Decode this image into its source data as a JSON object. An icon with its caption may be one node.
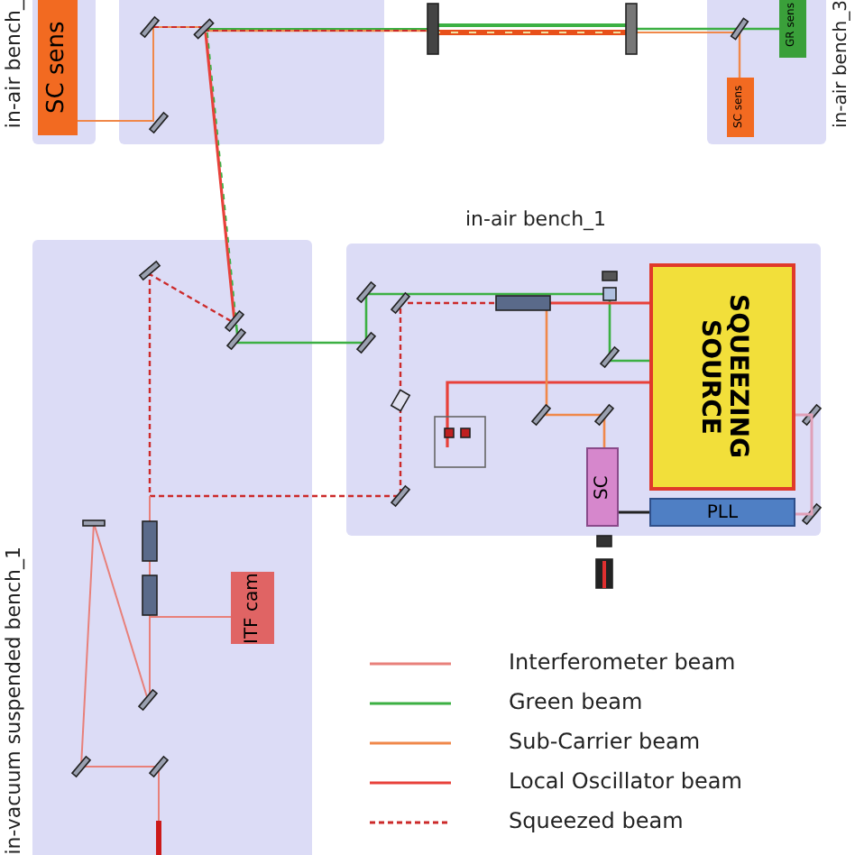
{
  "diagram": {
    "nodes": [
      {
        "text": [
          "in-air bench_"
        ]
      },
      {
        "text": [
          "SC sens"
        ],
        "in": 0
      },
      {
        "text": [],
        "shape": "box"
      },
      {
        "text": [
          "in-air bench_3"
        ]
      },
      {
        "text": [
          "GR sens"
        ],
        "in": 3
      },
      {
        "text": [
          "SC sens"
        ],
        "in": 3
      },
      {
        "text": [
          "in-vacuum suspended bench_1"
        ]
      },
      {
        "text": [
          "ITF cam"
        ],
        "in": 6
      },
      {
        "text": [
          "in-air bench_1"
        ]
      },
      {
        "text": [
          "SQUEEZING SOURCE"
        ],
        "in": 8
      },
      {
        "text": [
          "SC"
        ],
        "in": 8
      },
      {
        "text": [
          "PLL"
        ],
        "in": 8
      }
    ],
    "edges": [
      {
        "from": 9,
        "to": 11,
        "arrow": "none",
        "color": "#e0a0b8"
      },
      {
        "from": 10,
        "to": 11,
        "arrow": "none",
        "color": "#222222"
      }
    ],
    "legend": [
      {
        "text": "Interferometer beam"
      },
      {
        "text": "Green beam"
      },
      {
        "text": "Sub-Carrier beam"
      },
      {
        "text": "Local Oscillator beam"
      },
      {
        "text": "Squeezed beam"
      }
    ]
  }
}
